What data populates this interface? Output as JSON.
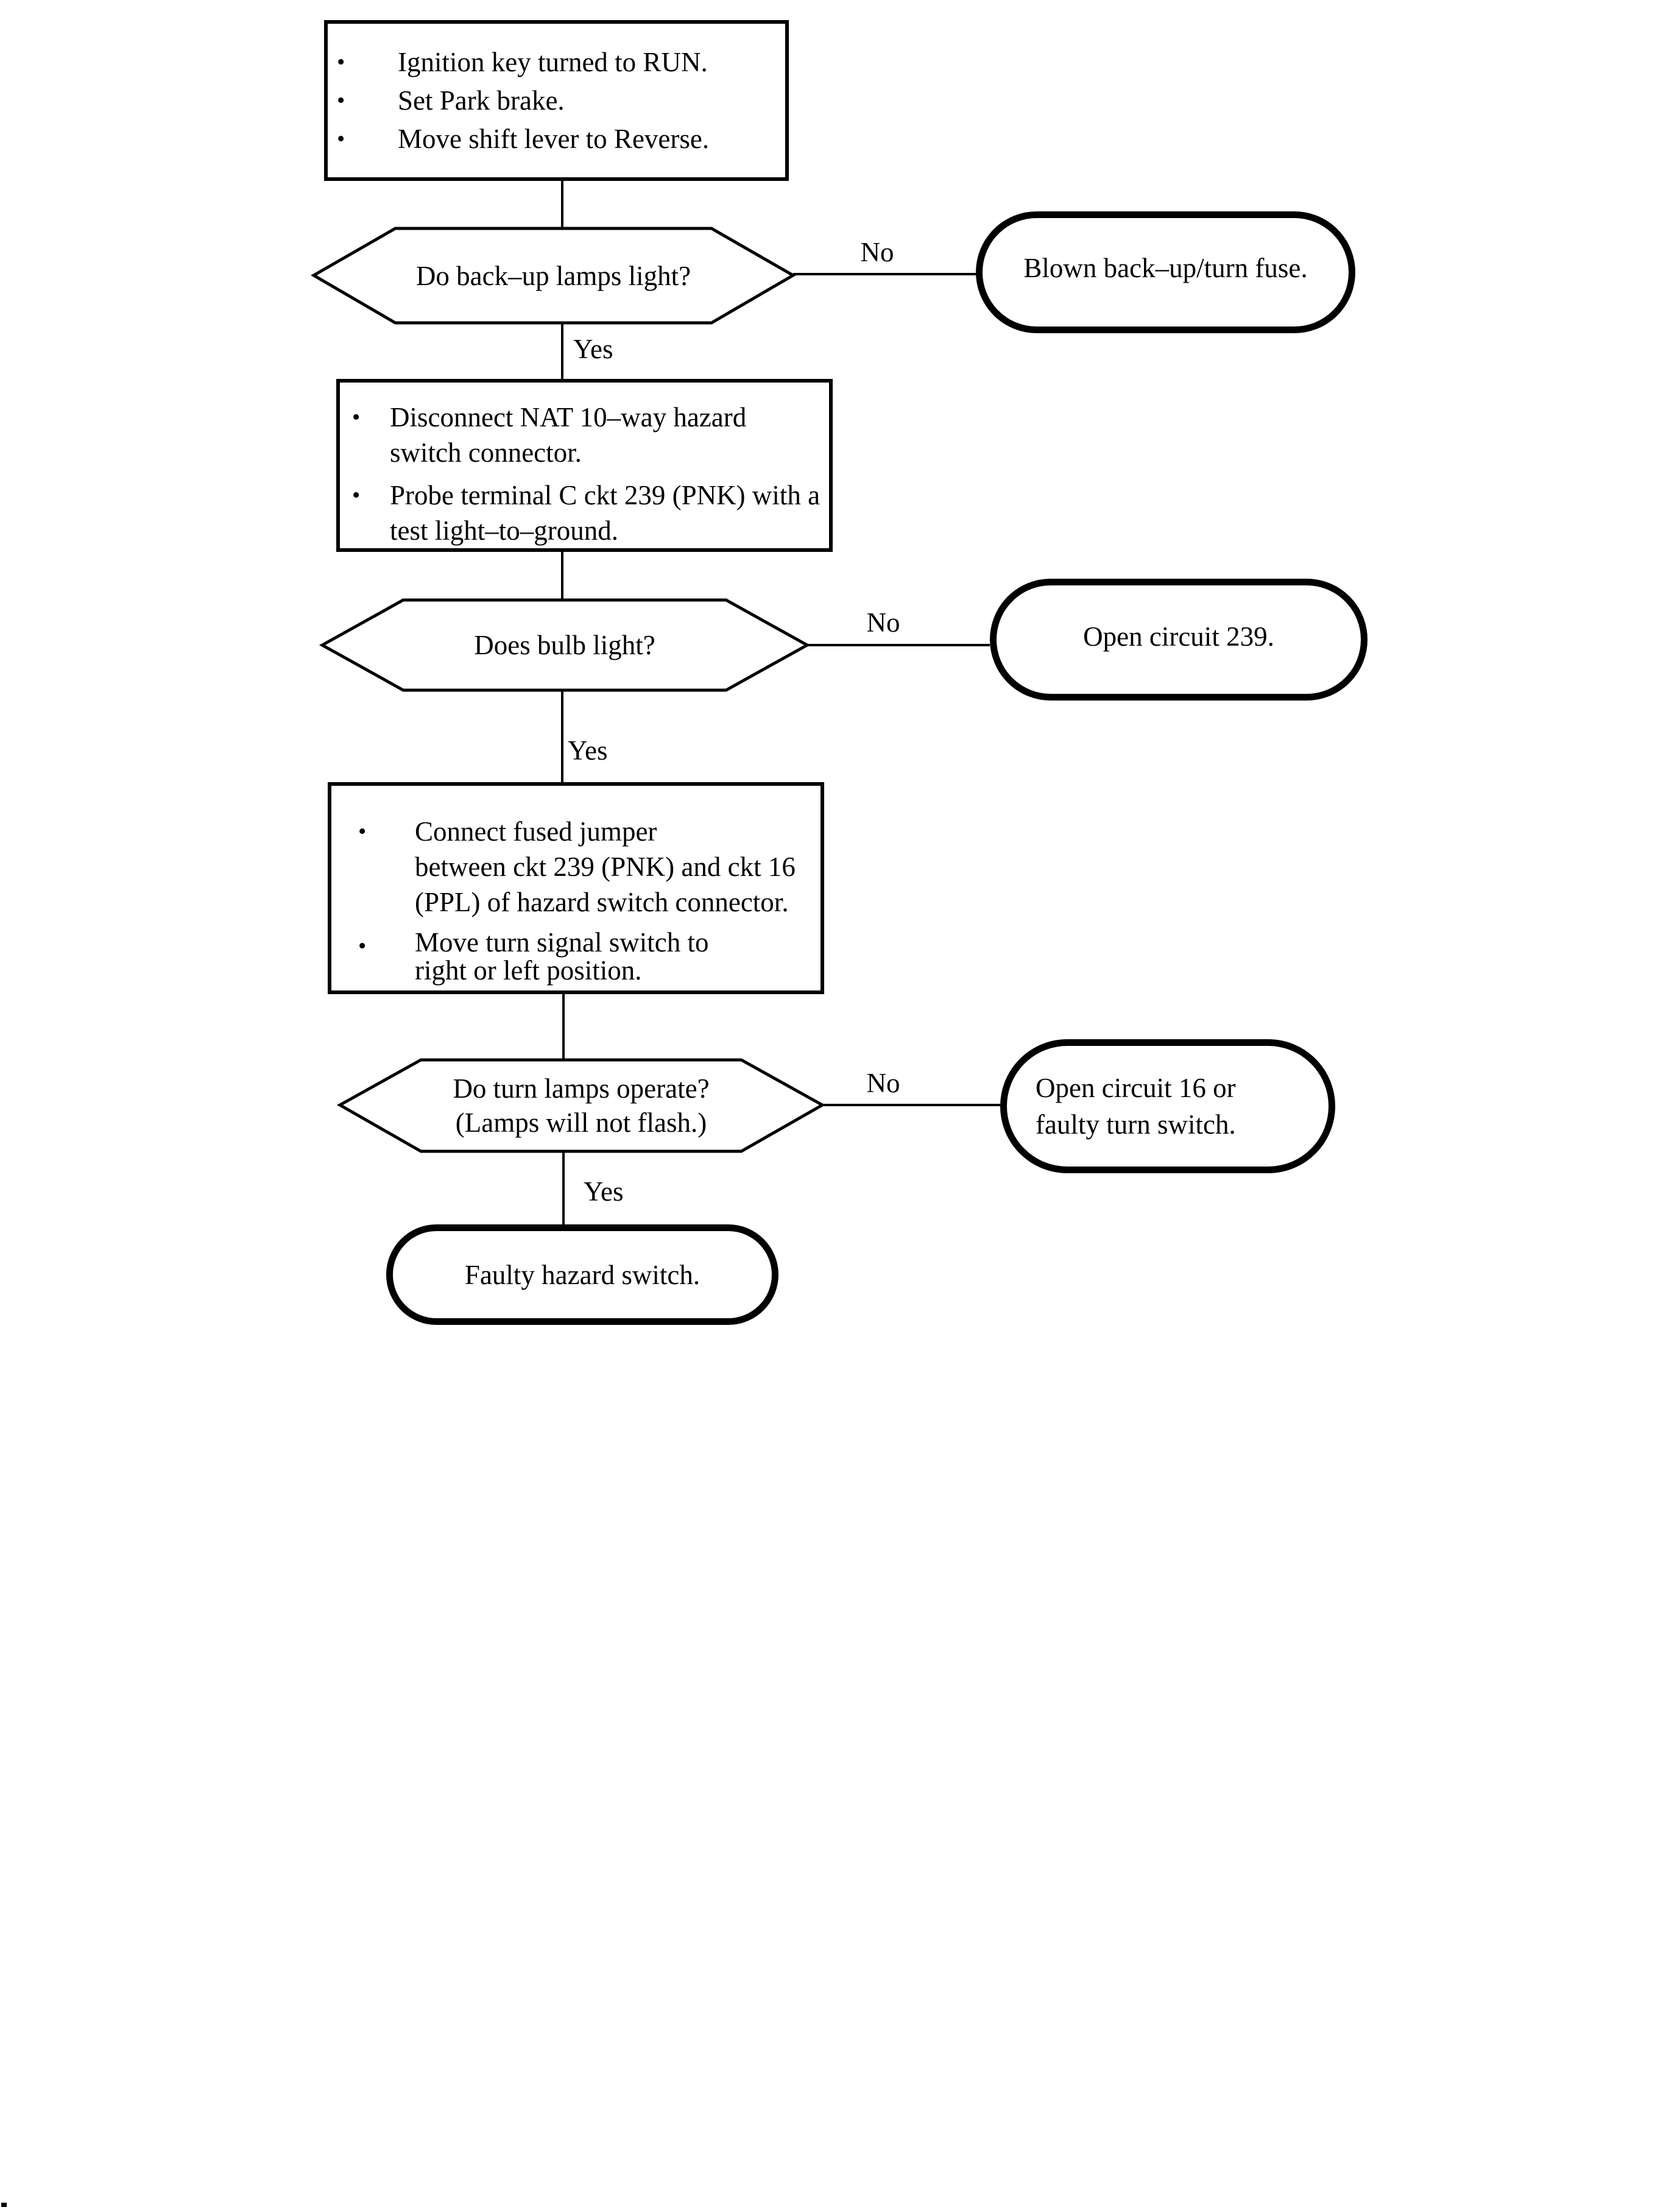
{
  "glyphs": {
    "bullet": "•"
  },
  "colors": {
    "ink": "#000000",
    "paper": "#ffffff"
  },
  "flowchart": {
    "prep_box": {
      "bullets": [
        "Ignition key turned to RUN.",
        "Set Park brake.",
        "Move shift lever to Reverse."
      ]
    },
    "decision_backup_lamps": {
      "question": "Do back–up lamps light?",
      "no_label": "No",
      "yes_label": "Yes"
    },
    "result_blown_fuse": {
      "text": "Blown back–up/turn fuse."
    },
    "test_box": {
      "bullet1_lines": [
        "Disconnect NAT 10–way hazard",
        "switch connector."
      ],
      "bullet2_lines": [
        "Probe terminal C ckt 239 (PNK) with a",
        "test light–to–ground."
      ]
    },
    "decision_bulb_light": {
      "question": "Does bulb light?",
      "no_label": "No",
      "yes_label": "Yes"
    },
    "result_open_circuit_239": {
      "text": "Open circuit 239."
    },
    "jumper_box": {
      "bullet1_lines": [
        "Connect fused jumper",
        "between ckt 239 (PNK) and ckt 16",
        "(PPL) of hazard switch connector."
      ],
      "bullet2_lines": [
        "Move turn signal switch to",
        "right or left position."
      ]
    },
    "decision_turn_lamps": {
      "question_lines": [
        "Do turn lamps operate?",
        "(Lamps will not flash.)"
      ],
      "no_label": "No",
      "yes_label": "Yes"
    },
    "result_open_circuit_16": {
      "lines": [
        "Open circuit 16 or",
        "faulty turn switch."
      ]
    },
    "result_faulty_hazard_switch": {
      "text": "Faulty hazard switch."
    }
  }
}
